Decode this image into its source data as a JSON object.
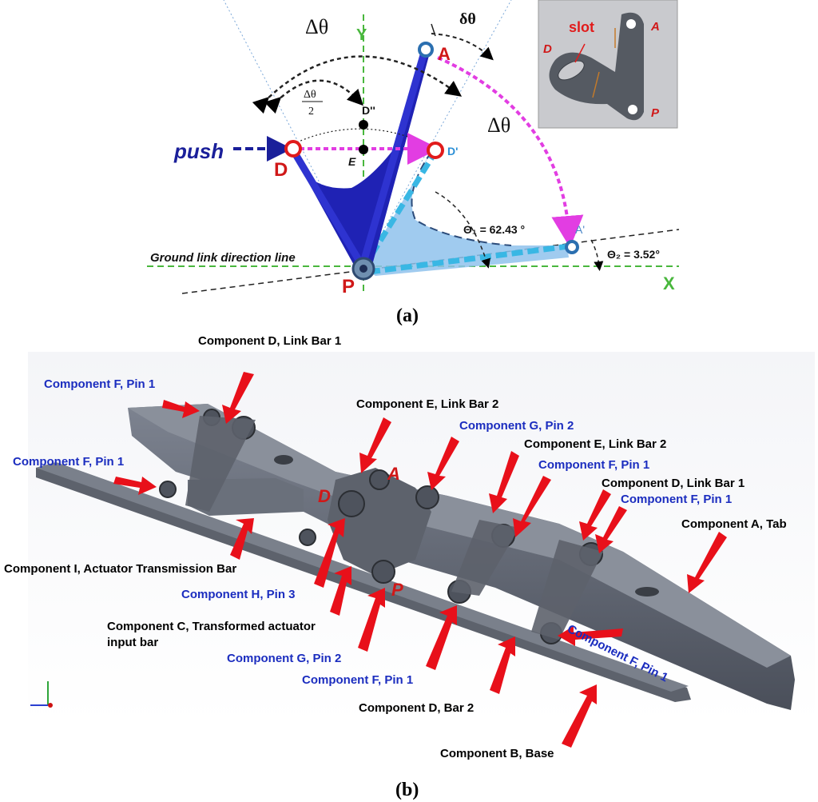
{
  "figure_a": {
    "caption": "(a)",
    "points": {
      "A": "A",
      "D": "D",
      "P": "P",
      "E": "E",
      "D_dprime": "D''",
      "D_prime": "D'",
      "A_prime": "A'"
    },
    "push_label": "push",
    "delta_theta": "Δθ",
    "delta_theta_half_num": "Δθ",
    "delta_theta_half_den": "2",
    "small_delta_theta": "δθ",
    "axis_x": "X",
    "axis_y": "Y",
    "ground_line": "Ground link direction line",
    "theta1": "Θ₁ = 62.43 °",
    "theta2": "Θ₂ = 3.52°",
    "inset": {
      "slot": "slot",
      "A": "A",
      "D": "D",
      "P": "P"
    },
    "colors": {
      "link_dark": "#1f22b4",
      "link_light": "#8fc2ec",
      "magenta": "#e23de2",
      "red": "#e11b1b",
      "green": "#49b73d"
    }
  },
  "figure_b": {
    "caption": "(b)",
    "labels": [
      {
        "text": "Component D, Link Bar 1",
        "color": "black"
      },
      {
        "text": "Component F, Pin 1",
        "color": "blue"
      },
      {
        "text": "Component E, Link Bar 2",
        "color": "black"
      },
      {
        "text": "Component F, Pin 1",
        "color": "blue"
      },
      {
        "text": "Component G, Pin 2",
        "color": "blue"
      },
      {
        "text": "Component E, Link Bar 2",
        "color": "black"
      },
      {
        "text": "Component F, Pin 1",
        "color": "blue"
      },
      {
        "text": "Component D, Link Bar 1",
        "color": "black"
      },
      {
        "text": "Component F, Pin 1",
        "color": "blue"
      },
      {
        "text": "Component A, Tab",
        "color": "black"
      },
      {
        "text": "Component I, Actuator Transmission Bar",
        "color": "black"
      },
      {
        "text": "Component H, Pin 3",
        "color": "blue"
      },
      {
        "text": "Component C, Transformed actuator",
        "color": "black"
      },
      {
        "text": "input bar",
        "color": "black"
      },
      {
        "text": "Component F, Pin 1",
        "color": "blue"
      },
      {
        "text": "Component G, Pin 2",
        "color": "blue"
      },
      {
        "text": "Component F, Pin 1",
        "color": "blue"
      },
      {
        "text": "Component D, Bar 2",
        "color": "black"
      },
      {
        "text": "Component B, Base",
        "color": "black"
      }
    ],
    "points": {
      "A": "A",
      "D": "D",
      "P": "P"
    }
  }
}
